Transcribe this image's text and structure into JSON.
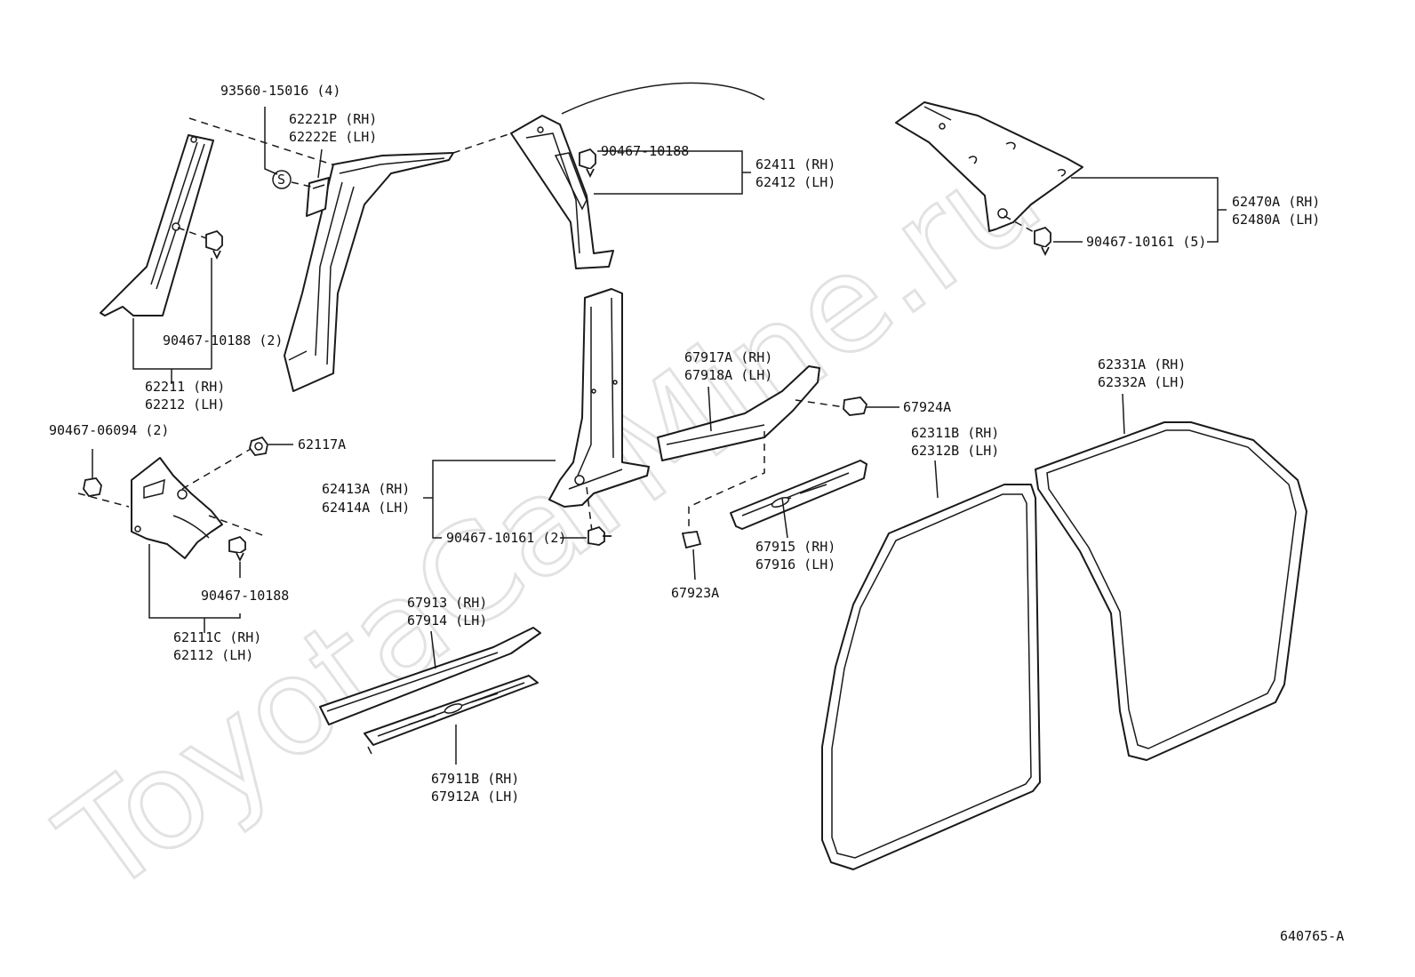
{
  "watermark": "ToyotaCarMine.ru",
  "diagram_code": "640765-A",
  "labels": {
    "p93560": "93560-15016 (4)",
    "p62221": "62221P (RH)",
    "p62222": "62222E (LH)",
    "p90467_10188_top": "90467-10188",
    "p62411": "62411 (RH)",
    "p62412": "62412 (LH)",
    "p62470": "62470A (RH)",
    "p62480": "62480A (LH)",
    "p90467_10161_5": "90467-10161 (5)",
    "p90467_10188_2": "90467-10188 (2)",
    "p62211": "62211 (RH)",
    "p62212": "62212 (LH)",
    "p90467_06094": "90467-06094 (2)",
    "p62117": "62117A",
    "p90467_10188_lower": "90467-10188",
    "p62111": "62111C (RH)",
    "p62112": "62112   (LH)",
    "p62413": "62413A (RH)",
    "p62414": "62414A (LH)",
    "p90467_10161_2": "90467-10161 (2)",
    "p67917": "67917A (RH)",
    "p67918": "67918A (LH)",
    "p67924": "67924A",
    "p67915": "67915 (RH)",
    "p67916": "67916 (LH)",
    "p67923": "67923A",
    "p67913": "67913 (RH)",
    "p67914": "67914 (LH)",
    "p67911": "67911B (RH)",
    "p67912": "67912A (LH)",
    "p62331": "62331A (RH)",
    "p62332": "62332A (LH)",
    "p62311": "62311B (RH)",
    "p62312": "62312B (LH)",
    "s_marker": "S"
  }
}
